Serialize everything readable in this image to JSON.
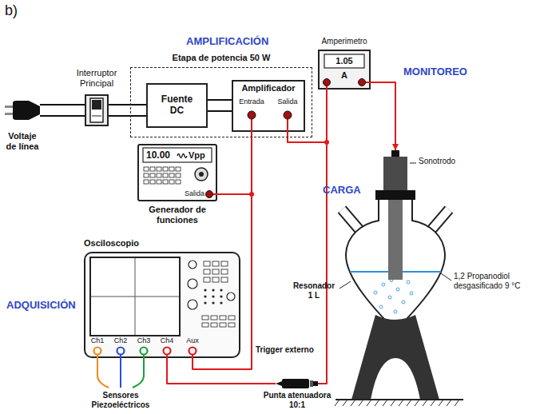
{
  "diagram": {
    "nodes": [
      {
        "text": [
          "Voltaje de línea"
        ]
      },
      {
        "text": [
          "Interruptor Principal"
        ]
      },
      {
        "text": [
          "Etapa de potencia 50 W"
        ]
      },
      {
        "text": [
          "Fuente DC"
        ],
        "in": 2
      },
      {
        "text": [
          "Amplificador",
          "Entrada",
          "Salida"
        ],
        "in": 2
      },
      {
        "text": [
          "Amperimetro",
          "1.05",
          "A"
        ]
      },
      {
        "text": [
          "10.00",
          "Vpp",
          "Salida",
          "Generador de funciones"
        ]
      },
      {
        "text": [
          "Sonotrodo"
        ]
      },
      {
        "text": [
          "Osciloscopio",
          "Ch1",
          "Ch2",
          "Ch3",
          "Ch4",
          "Aux"
        ]
      },
      {
        "text": [
          "Punta atenuadora 10:1"
        ]
      }
    ],
    "edges": [
      {
        "from": 0,
        "to": 1,
        "arrow": "none"
      },
      {
        "from": 1,
        "to": 3,
        "arrow": "none"
      },
      {
        "from": 3,
        "to": 4,
        "arrow": "none"
      },
      {
        "from": 6,
        "to": 4,
        "arrow": "none"
      },
      {
        "from": 4,
        "to": 5,
        "arrow": "none"
      },
      {
        "from": 4,
        "to": 9,
        "arrow": "none"
      },
      {
        "from": 6,
        "to": 8,
        "label": "Trigger externo",
        "arrow": "none"
      },
      {
        "from": 9,
        "to": 8,
        "arrow": "none"
      },
      {
        "from": 5,
        "to": 7,
        "arrow": "to"
      }
    ],
    "labels": [
      "b)",
      "AMPLIFICACIÓN",
      "MONITOREO",
      "CARGA",
      "ADQUISICIÓN",
      "Resonador 1 L",
      "1,2 Propanodiol desgasificado 9 °C",
      "Sensores Piezoeléctricos"
    ]
  }
}
